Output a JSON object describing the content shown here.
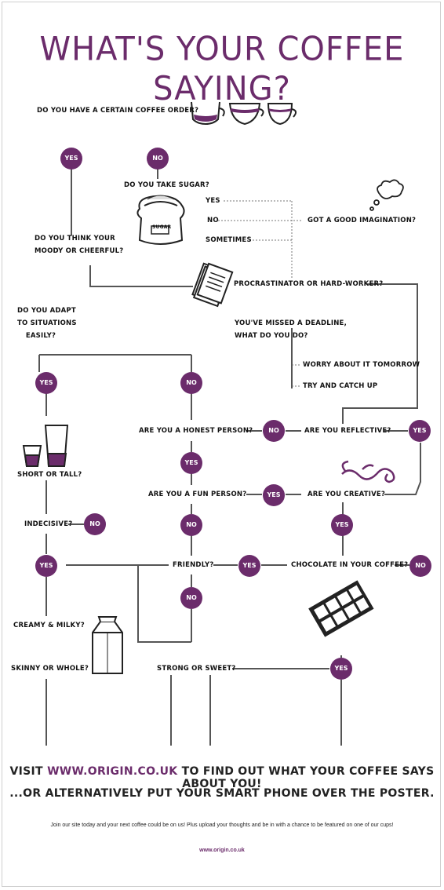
{
  "title": "WHAT'S YOUR COFFEE SAYING?",
  "questions": {
    "coffee_order": "DO YOU HAVE A CERTAIN COFFEE ORDER?",
    "sugar": "DO YOU TAKE SUGAR?",
    "sugar_yes": "YES",
    "sugar_no": "NO",
    "sugar_sometimes": "SOMETIMES",
    "imagination": "GOT A GOOD IMAGINATION?",
    "moody": "DO YOU THINK YOUR\nMOODY OR CHEERFUL?",
    "procrastinator": "PROCRASTINATOR OR HARD-WORKER?",
    "adapt": "DO YOU ADAPT\nTO SITUATIONS\nEASILY?",
    "deadline": "YOU'VE MISSED A DEADLINE,\nWHAT DO YOU DO?",
    "worry": "WORRY ABOUT IT TOMORROW",
    "catch_up": "TRY AND CATCH UP",
    "honest": "ARE YOU A HONEST PERSON?",
    "reflective": "ARE YOU REFLECTIVE?",
    "short_tall": "SHORT OR TALL?",
    "fun": "ARE YOU A FUN PERSON?",
    "creative": "ARE YOU CREATIVE?",
    "indecisive": "INDECISIVE?",
    "friendly": "FRIENDLY?",
    "chocolate": "CHOCOLATE IN YOUR COFFEE?",
    "creamy": "CREAMY & MILKY?",
    "skinny": "SKINNY OR WHOLE?",
    "strong": "STRONG OR SWEET?",
    "sugar_bag_label": "SUGAR"
  },
  "badges": {
    "yes": "YES",
    "no": "NO"
  },
  "footer": {
    "visit": "VISIT",
    "link": "WWW.ORIGIN.CO.UK",
    "visit_rest": "TO FIND OUT WHAT YOUR COFFEE SAYS ABOUT YOU!",
    "alt": "...OR ALTERNATIVELY PUT YOUR SMART PHONE OVER THE POSTER.",
    "small": "Join our site today and your next coffee could be on us! Plus upload your thoughts and be in with a chance to be featured on one of our cups!",
    "url": "www.origin.co.uk"
  },
  "colors": {
    "accent": "#6b2c6b",
    "line": "#555555"
  }
}
